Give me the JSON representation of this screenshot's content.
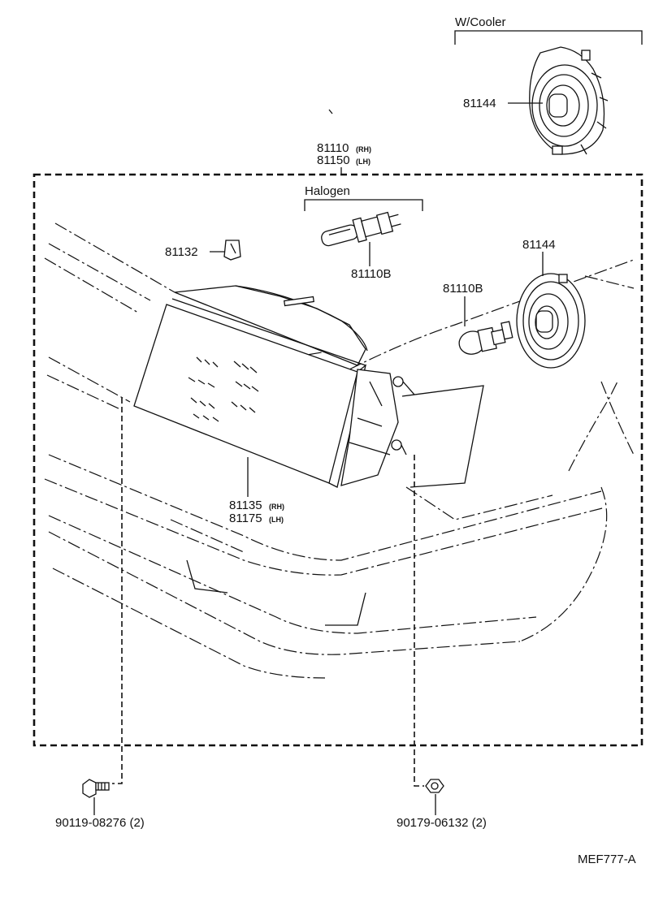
{
  "diagram": {
    "variant_cooler_label": "W/Cooler",
    "variant_halogen_label": "Halogen",
    "headlamp_assy": {
      "part": "81110",
      "rh": "(RH)",
      "part_lh": "81150",
      "lh": "(LH)"
    },
    "clip_part": "81132",
    "halogen_bulb_part": "81110B",
    "bulb_part": "81110B",
    "cover_part": "81144",
    "cover_cooler_part": "81144",
    "lens_housing": {
      "part": "81135",
      "rh": "(RH)",
      "part_lh": "81175",
      "lh": "(LH)"
    },
    "bolt_part": "90119-08276 (2)",
    "nut_part": "90179-06132 (2)",
    "figure_code": "MEF777-A"
  }
}
